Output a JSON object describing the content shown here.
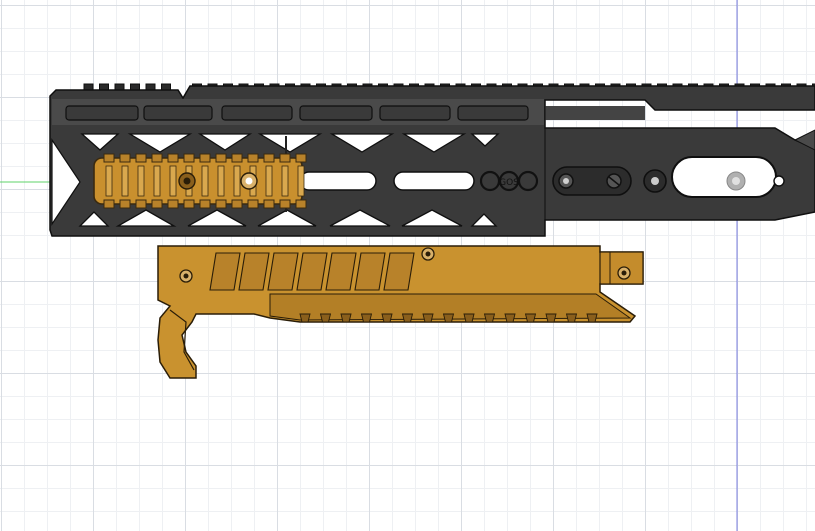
{
  "viewport": {
    "name": "cad-3d-viewport",
    "background": "#ffffff",
    "grid_color": "#d9dde3",
    "axis_x_color": "#5fd36a",
    "axis_y_color": "#7b7fe0"
  },
  "model": {
    "handguard": {
      "name": "handguard-body",
      "color": "#3a3a3a",
      "edge_color": "#0f0f0f",
      "logo": "GOS"
    },
    "rail_segment": {
      "name": "picatinny-rail-segment",
      "color": "#c9902e"
    },
    "lower_part": {
      "name": "charging-handle-assembly",
      "color": "#c9922f",
      "edge_color": "#2a1d08"
    }
  },
  "icons": {
    "origin": "origin-point-icon"
  }
}
